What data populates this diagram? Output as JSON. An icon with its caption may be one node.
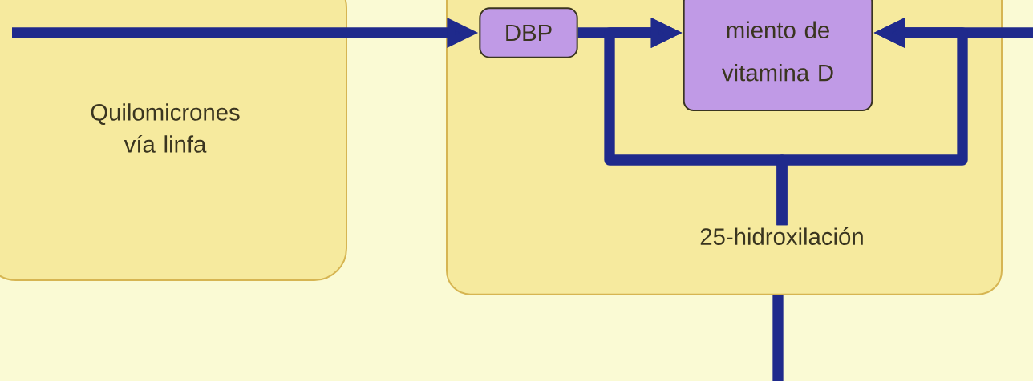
{
  "diagram": {
    "nodes": [
      {
        "text": [
          "Quilomicrones vía linfa"
        ]
      },
      {
        "text": [],
        "shape": "box"
      },
      {
        "text": [
          "DBP"
        ],
        "in": 1
      },
      {
        "text": [
          "miento de vitamina D"
        ],
        "in": 1
      },
      {
        "text": [
          "25-hidroxilación"
        ],
        "in": 1
      }
    ],
    "edges": [
      {
        "from": 0,
        "to": 2,
        "arrow": "to"
      },
      {
        "from": 2,
        "to": 3,
        "arrow": "to"
      },
      {
        "from": null,
        "to": 3,
        "arrow": "to"
      },
      {
        "from": 4,
        "to": 3,
        "arrow": "to"
      },
      {
        "from": 4,
        "to": 3,
        "arrow": "to"
      },
      {
        "from": 1,
        "to": null,
        "arrow": "none"
      }
    ]
  }
}
